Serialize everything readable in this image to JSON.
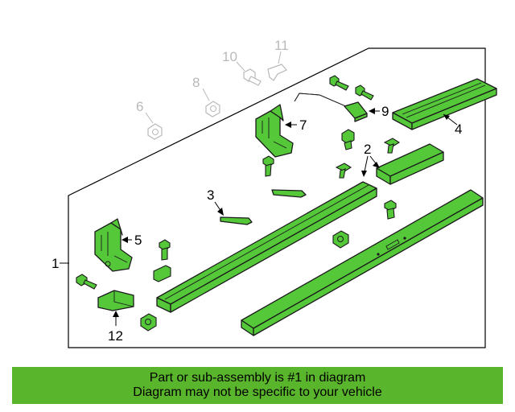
{
  "callouts": {
    "c1": "1",
    "c2": "2",
    "c3": "3",
    "c4": "4",
    "c5": "5",
    "c6": "6",
    "c7": "7",
    "c8": "8",
    "c9": "9",
    "c10": "10",
    "c11": "11",
    "c12": "12"
  },
  "banner": {
    "line1": "Part or sub-assembly is #1 in diagram",
    "line2": "Diagram may not be specific to your vehicle"
  },
  "colors": {
    "part_fill": "#55c83a",
    "banner_bg": "#59b52b",
    "outline": "#1a1a1a",
    "faded": "#b9b9b9"
  }
}
